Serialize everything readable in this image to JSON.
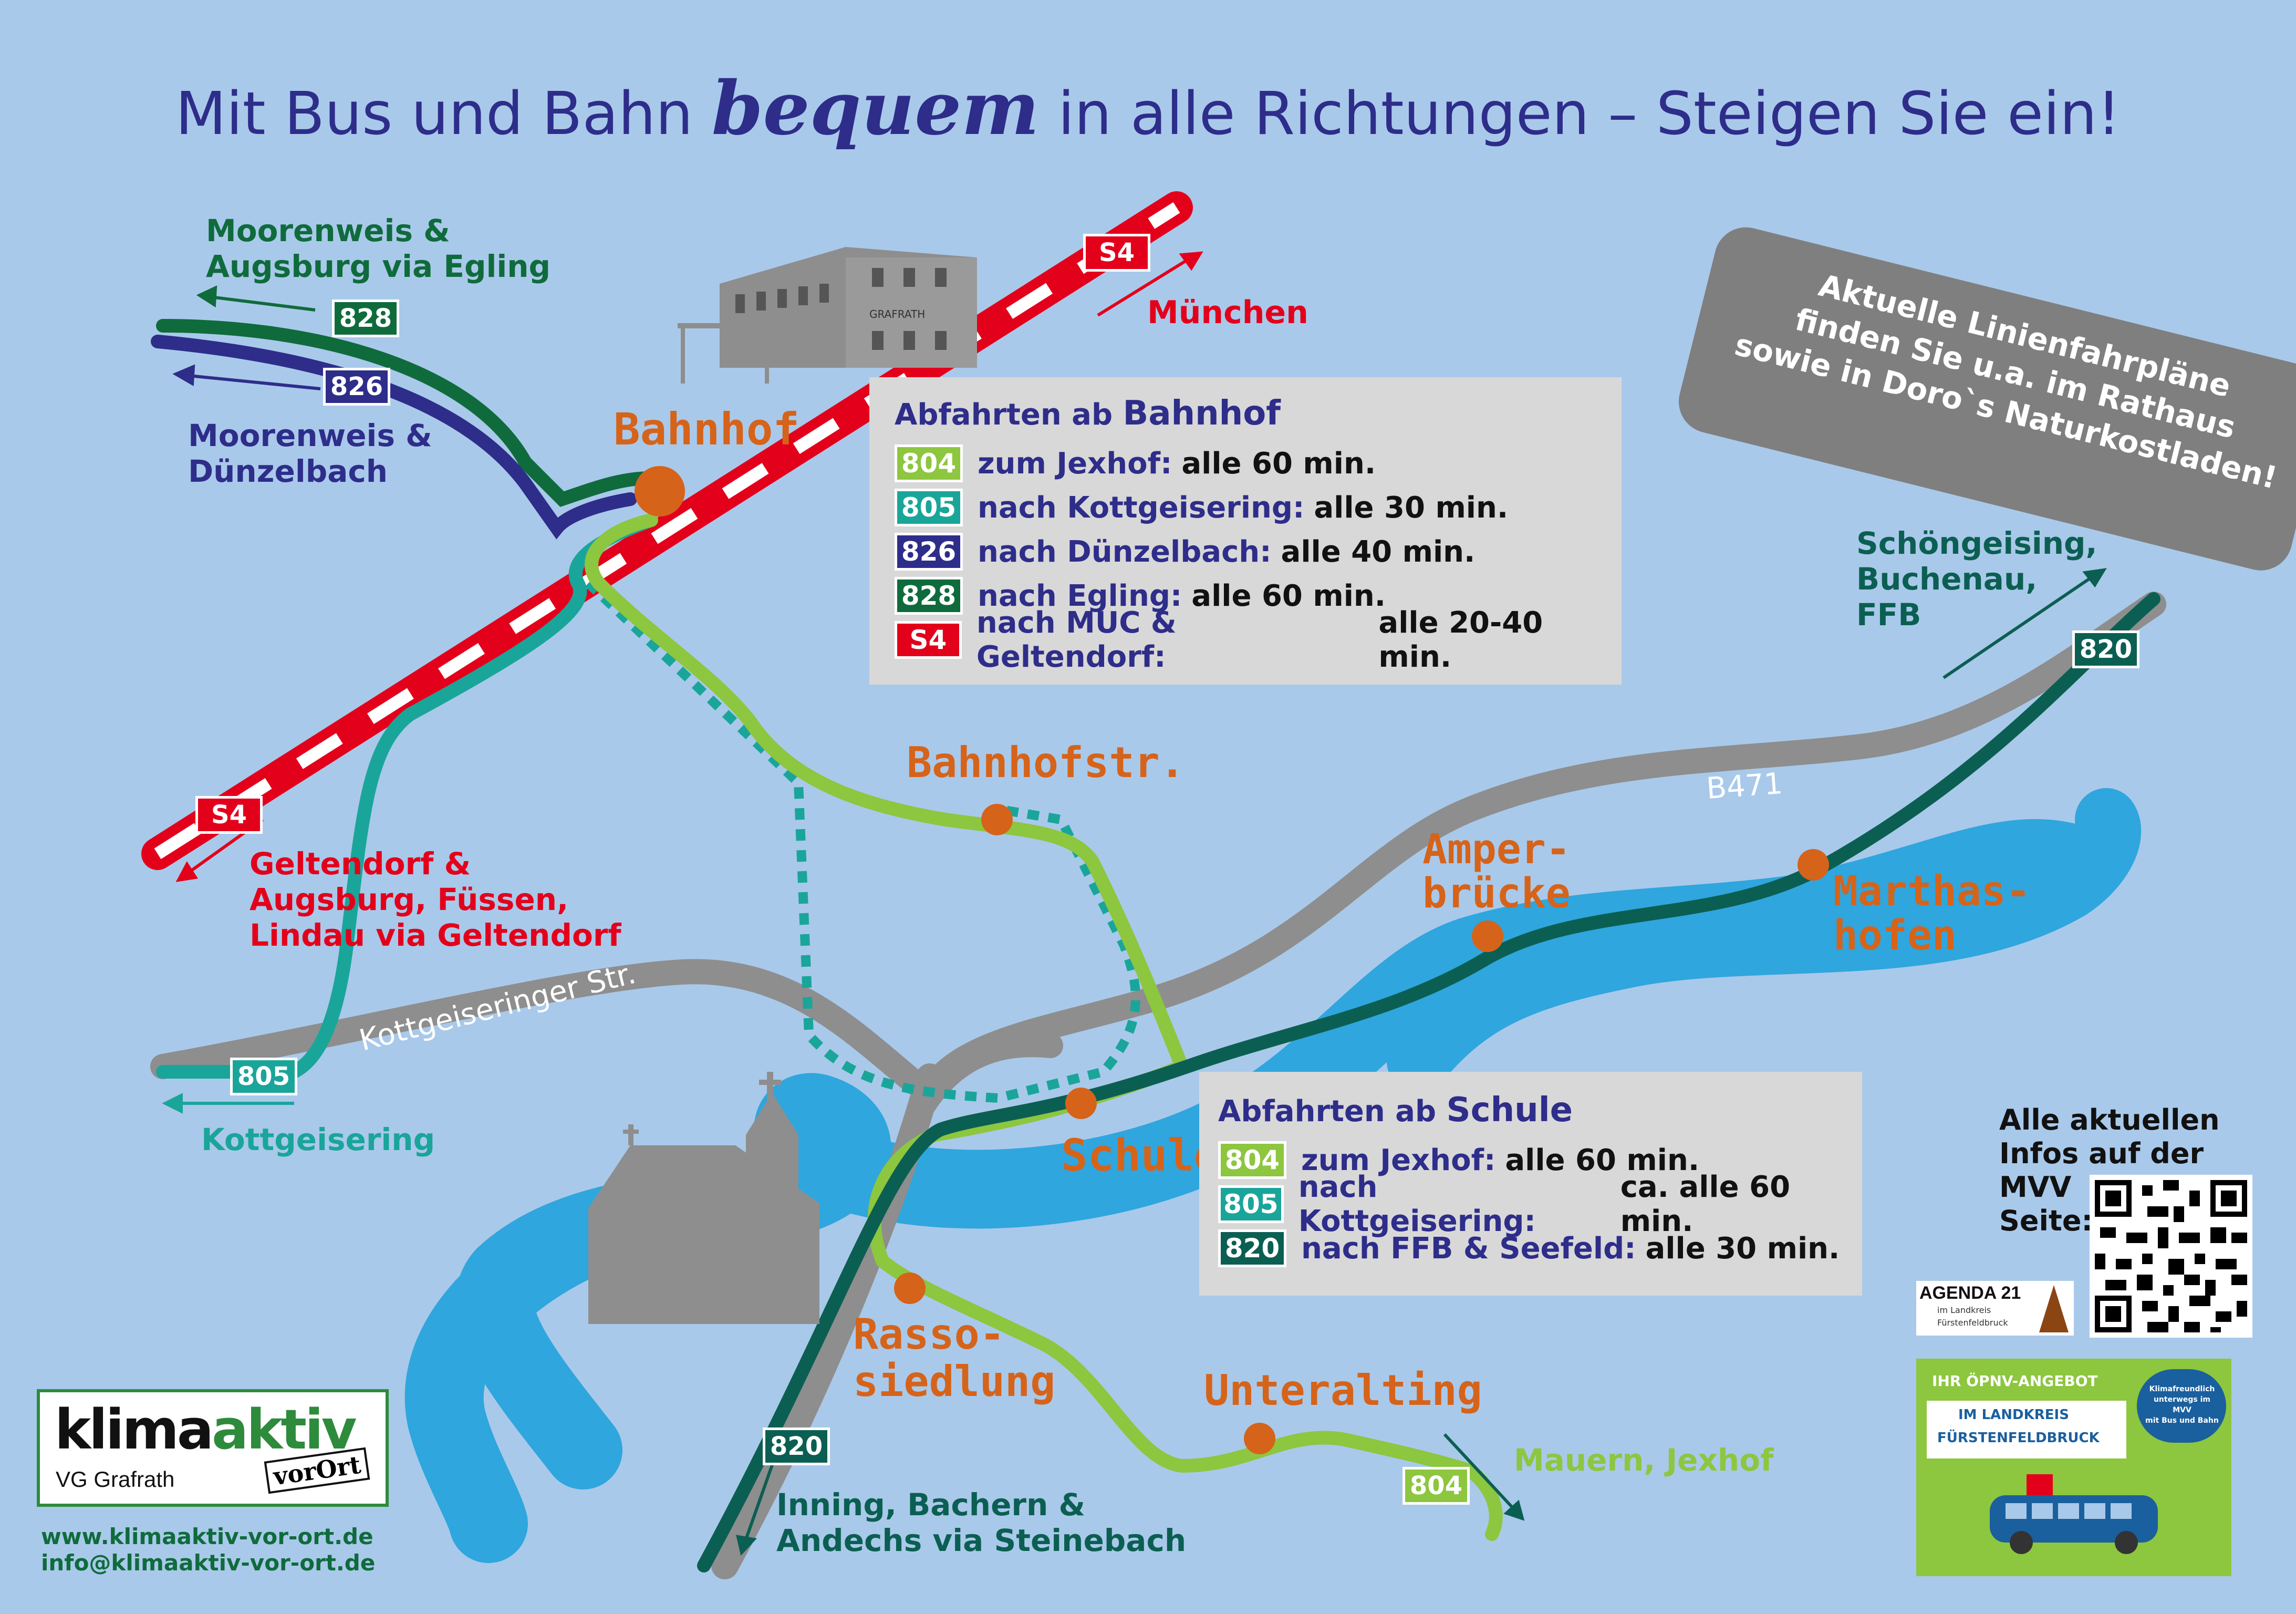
{
  "title": {
    "part1": "Mit Bus und Bahn ",
    "emphasis": "bequem",
    "part2": " in alle Richtungen – Steigen Sie ein!"
  },
  "colors": {
    "water": "#2fa6dd",
    "road": "#8e8e8e",
    "s4": "#e3001b",
    "line804": "#8dc63f",
    "line805": "#1aa59a",
    "line826": "#2e2d8a",
    "line828": "#0f6b3c",
    "line820": "#0b5f52",
    "stop": "#d6631a",
    "bg": "#a9c9ea"
  },
  "roads": {
    "kottgeiseringer": "Kottgeiseringer Str.",
    "b471": "B471"
  },
  "building_label": "GRAFRATH",
  "destinations": {
    "moorenweis_augsburg": [
      "Moorenweis &",
      "Augsburg via Egling"
    ],
    "moorenweis_duenzelbach": [
      "Moorenweis &",
      "Dünzelbach"
    ],
    "muenchen": "München",
    "geltendorf": [
      "Geltendorf &",
      " Augsburg, Füssen,",
      "Lindau via Geltendorf"
    ],
    "kottgeisering": "Kottgeisering",
    "schoengeising": [
      "Schöngeising,",
      "Buchenau,",
      "FFB"
    ],
    "inning": [
      "Inning, Bachern &",
      "Andechs via Steinebach"
    ],
    "mauern": "Mauern, Jexhof"
  },
  "stops": {
    "bahnhof": "Bahnhof",
    "bahnhofstr": "Bahnhofstr.",
    "amperbruecke": [
      "Amper-",
      "brücke"
    ],
    "marthashofen": [
      "Marthas-",
      "hofen"
    ],
    "schule": "Schule",
    "rassosiedlung": [
      "Rasso-",
      "siedlung"
    ],
    "unteralting": "Unteralting"
  },
  "badges": {
    "b828": "828",
    "b826": "826",
    "s4_top": "S4",
    "s4_bottom": "S4",
    "b820_right": "820",
    "b805": "805",
    "b820_bottom": "820",
    "b804": "804"
  },
  "panel_bahnhof": {
    "prefix": "Abfahrten ab ",
    "place": "Bahnhof",
    "rows": [
      {
        "line": "804",
        "dest": "zum Jexhof:",
        "freq": "alle 60 min.",
        "color": "#8dc63f"
      },
      {
        "line": "805",
        "dest": "nach Kottgeisering:",
        "freq": "alle 30 min.",
        "color": "#1aa59a"
      },
      {
        "line": "826",
        "dest": "nach Dünzelbach:",
        "freq": "alle 40 min.",
        "color": "#2e2d8a"
      },
      {
        "line": "828",
        "dest": "nach Egling:",
        "freq": "alle 60 min.",
        "color": "#0f6b3c"
      },
      {
        "line": "S4",
        "dest": "nach MUC & Geltendorf:",
        "freq": "alle 20-40 min.",
        "color": "#e3001b"
      }
    ]
  },
  "panel_schule": {
    "prefix": "Abfahrten ab ",
    "place": "Schule",
    "rows": [
      {
        "line": "804",
        "dest": "zum Jexhof:",
        "freq": "alle 60 min.",
        "color": "#8dc63f"
      },
      {
        "line": "805",
        "dest": "nach Kottgeisering:",
        "freq": "ca. alle 60 min.",
        "color": "#1aa59a"
      },
      {
        "line": "820",
        "dest": "nach FFB & Seefeld:",
        "freq": "alle 30 min.",
        "color": "#0b5f52"
      }
    ]
  },
  "notice": [
    "Aktuelle Linienfahrpläne",
    "finden Sie u.a. im Rathaus",
    "sowie in Doro`s Naturkostladen!"
  ],
  "mvv_info": [
    "Alle aktuellen",
    "Infos auf der",
    "MVV",
    "Seite:"
  ],
  "agenda": {
    "title": "AGENDA 21",
    "sub1": "im Landkreis",
    "sub2": "Fürstenfeldbruck"
  },
  "oepnv_card": {
    "line1": "IHR ÖPNV-ANGEBOT",
    "line2": "IM LANDKREIS",
    "line3": "FÜRSTENFELDBRUCK",
    "bubble": [
      "Klimafreundlich",
      "unterwegs im MVV",
      "mit Bus und Bahn"
    ]
  },
  "logo": {
    "klima": "klima",
    "aktiv": "aktiv",
    "vorort": "vorOrt",
    "sub": "VG Grafrath"
  },
  "contact": {
    "web": "www.klimaaktiv-vor-ort.de",
    "mail": "info@klimaaktiv-vor-ort.de"
  }
}
